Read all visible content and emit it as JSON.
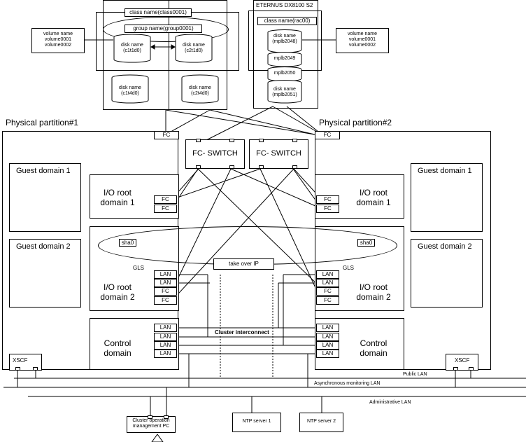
{
  "storage1": {
    "class_name": "class name(class0001)",
    "group_name": "group name(group0001)",
    "disks": [
      "disk name\n(c1t1d0)",
      "disk name\n(c2t1d0)",
      "disk name\n(c1t4d0)",
      "disk name\n(c2t4d0)"
    ],
    "volume_left": "volume name\nvolume0001\nvolume0002"
  },
  "storage2": {
    "title": "ETERNUS DX8100 S2",
    "class_name": "class name(rac00)",
    "disks": [
      "disk name\n(mplb2048)",
      "mplb2049",
      "mplb2050",
      "disk name\n(mplb2051)"
    ],
    "volume_right": "volume name\nvolume0001\nvolume0002"
  },
  "partitions": [
    {
      "title": "Physical partition#1",
      "guest1": "Guest domain 1",
      "guest2": "Guest domain 2",
      "io1": "I/O root\ndomain 1",
      "io2": "I/O root\ndomain 2",
      "control": "Control\ndomain",
      "sha": "sha0",
      "gls": "GLS",
      "xscf": "XSCF"
    },
    {
      "title": "Physical partition#2",
      "guest1": "Guest domain 1",
      "guest2": "Guest domain 2",
      "io1": "I/O root\ndomain 1",
      "io2": "I/O root\ndomain 2",
      "control": "Control\ndomain",
      "sha": "sha0",
      "gls": "GLS",
      "xscf": "XSCF"
    }
  ],
  "labels": {
    "fc": "FC",
    "lan": "LAN",
    "switch": "FC- SWITCH",
    "takeover_ip": "take over IP",
    "cluster_interconnect": "Cluster interconnect",
    "public_lan": "Public LAN",
    "async_lan": "Asynchronous monitoring LAN",
    "admin_lan": "Administrative LAN",
    "cluster_mgmt": "Cluster operation\nmanagement PC",
    "ntp1": "NTP server 1",
    "ntp2": "NTP server 2"
  }
}
